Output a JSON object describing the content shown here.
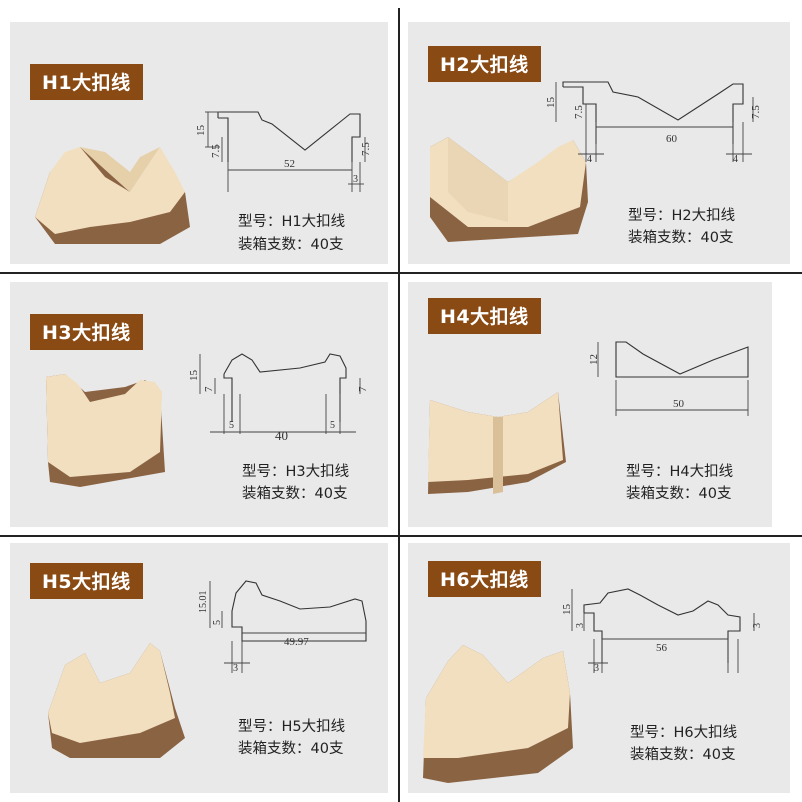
{
  "colors": {
    "label_bg": "#8a4a14",
    "panel_bg": "#e9e9e9",
    "wood_top": "#f1dfc0",
    "wood_side": "#8a6343"
  },
  "panels": [
    {
      "label": "H1大扣线",
      "model": "型号：H1大扣线",
      "pack": "装箱支数：40支",
      "dims": {
        "height": "15",
        "step_left": "7.5",
        "step_right": "7.5",
        "width": "52",
        "offset": "3"
      }
    },
    {
      "label": "H2大扣线",
      "model": "型号：H2大扣线",
      "pack": "装箱支数：40支",
      "dims": {
        "height": "15",
        "step_left": "7.5",
        "step_right": "7.5",
        "width": "60",
        "offset_left": "4",
        "offset_right": "4"
      }
    },
    {
      "label": "H3大扣线",
      "model": "型号：H3大扣线",
      "pack": "装箱支数：40支",
      "dims": {
        "height": "15",
        "step_left": "7",
        "step_right": "7",
        "width": "40",
        "offset_left": "5",
        "offset_right": "5"
      }
    },
    {
      "label": "H4大扣线",
      "model": "型号：H4大扣线",
      "pack": "装箱支数：40支",
      "dims": {
        "height": "12",
        "width": "50"
      }
    },
    {
      "label": "H5大扣线",
      "model": "型号：H5大扣线",
      "pack": "装箱支数：40支",
      "dims": {
        "height": "15.01",
        "step": "5",
        "width": "49.97",
        "offset": "3"
      }
    },
    {
      "label": "H6大扣线",
      "model": "型号：H6大扣线",
      "pack": "装箱支数：40支",
      "dims": {
        "height": "15",
        "step_left": "3",
        "step_right": "3",
        "width": "56",
        "offset": "3"
      }
    }
  ]
}
